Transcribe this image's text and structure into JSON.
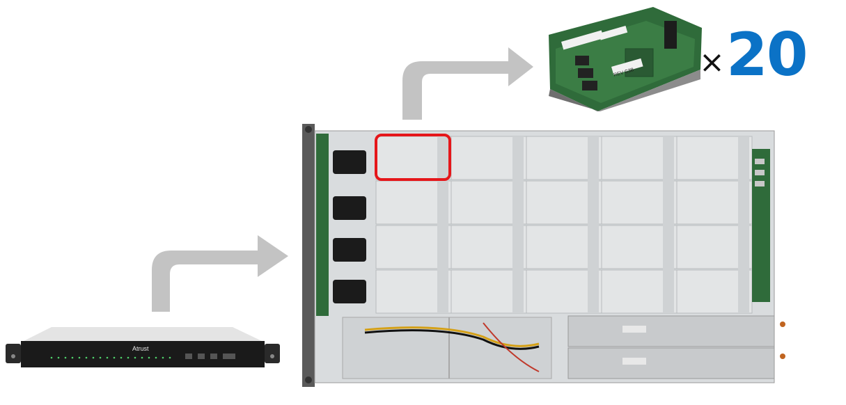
{
  "module": {
    "rev_label": "REV C3B"
  },
  "multiplier": {
    "symbol": "×",
    "count": "20",
    "count_color": "#0b72c6"
  },
  "server_1u": {
    "brand": "Atrust"
  },
  "colors": {
    "arrow": "#c3c3c3",
    "highlight": "#e5161a",
    "chassis": "#d9dcde",
    "pcb": "#2f6b3a"
  },
  "icons": [
    "arrow-icon",
    "fan-icon",
    "power-supply-icon"
  ]
}
